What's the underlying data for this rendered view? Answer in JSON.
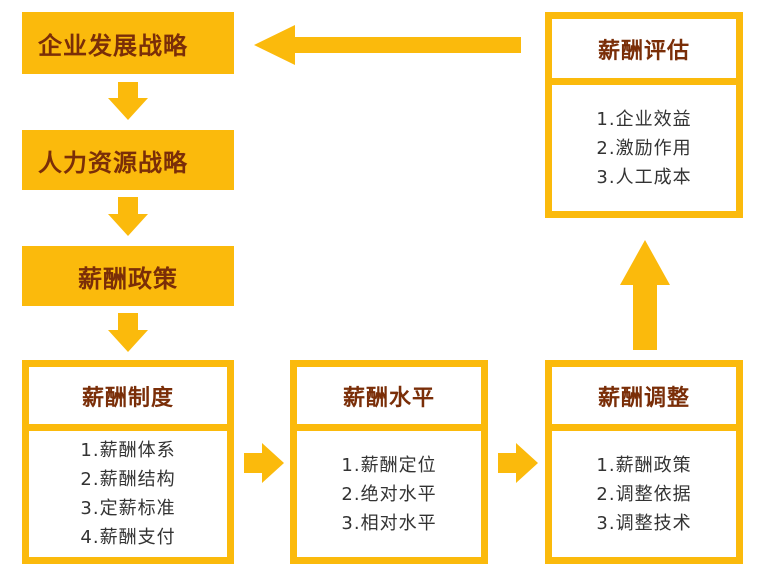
{
  "strategy": {
    "corporate": "企业发展战略",
    "hr": "人力资源战略",
    "policy": "薪酬政策"
  },
  "cards": {
    "system": {
      "title": "薪酬制度",
      "items": [
        "1.薪酬体系",
        "2.薪酬结构",
        "3.定薪标准",
        "4.薪酬支付"
      ]
    },
    "level": {
      "title": "薪酬水平",
      "items": [
        "1.薪酬定位",
        "2.绝对水平",
        "3.相对水平"
      ]
    },
    "adjust": {
      "title": "薪酬调整",
      "items": [
        "1.薪酬政策",
        "2.调整依据",
        "3.调整技术"
      ]
    },
    "evaluate": {
      "title": "薪酬评估",
      "items": [
        "1.企业效益",
        "2.激励作用",
        "3.人工成本"
      ]
    }
  },
  "colors": {
    "box_fill": "#FBBA0C",
    "title_text": "#7A2E08",
    "item_text": "#333333",
    "arrow": "#FBBA0C"
  }
}
